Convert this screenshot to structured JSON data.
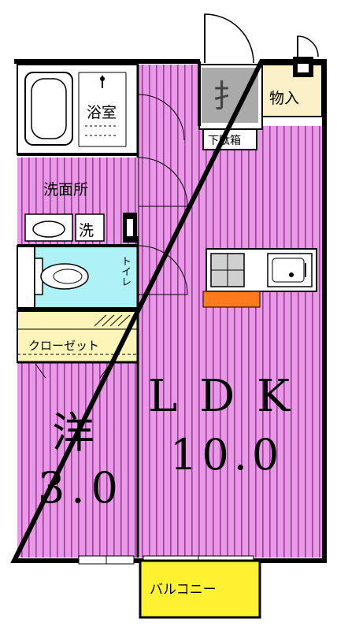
{
  "rooms": {
    "bath": "浴室",
    "storage": "物入",
    "shoe_box": "下駄箱",
    "washroom": "洗面所",
    "washer": "洗",
    "toilet": "トイレ",
    "closet": "クローゼット",
    "western_room": "洋",
    "western_size": "3.0",
    "ldk": "LDK",
    "ldk_size": "10.0",
    "balcony": "バルコニー"
  },
  "colors": {
    "floor_pink": "#e89ae6",
    "floor_stripe": "#a03a9c",
    "wall": "#000000",
    "bath_white": "#ffffff",
    "storage_beige": "#fbf0c8",
    "closet_yellow": "#fdf4b8",
    "toilet_cyan": "#aef2f6",
    "balcony_yellow": "#fff233",
    "counter_orange": "#ff7a1c",
    "kitchen_gray": "#d0d0d0"
  }
}
